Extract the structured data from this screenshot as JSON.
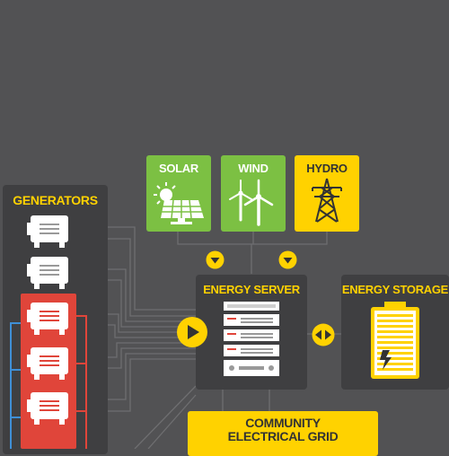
{
  "colors": {
    "background": "#525254",
    "panel": "#3f3f41",
    "solar": "#7cc043",
    "wind": "#7cc043",
    "hydro": "#ffd200",
    "accent_yellow": "#ffd200",
    "generator_white": "#ffffff",
    "generator_red": "#e0453a",
    "wire_red": "#e0453a",
    "wire_blue": "#3f8fd6",
    "wire_gray": "#6e6e70"
  },
  "sources": [
    {
      "label": "SOLAR",
      "icon": "solar-panel-icon"
    },
    {
      "label": "WIND",
      "icon": "wind-turbine-icon"
    },
    {
      "label": "HYDRO",
      "icon": "power-tower-icon"
    }
  ],
  "generators": {
    "title": "GENERATORS",
    "units": [
      {
        "state": "idle",
        "icon": "generator-icon"
      },
      {
        "state": "idle",
        "icon": "generator-icon"
      },
      {
        "state": "active",
        "icon": "generator-icon"
      },
      {
        "state": "active",
        "icon": "generator-icon"
      },
      {
        "state": "active",
        "icon": "generator-icon"
      }
    ]
  },
  "energy_server": {
    "title": "ENERGY SERVER",
    "icon": "server-rack-icon"
  },
  "energy_storage": {
    "title": "ENERGY STORAGE",
    "icon": "battery-icon"
  },
  "grid": {
    "line1": "COMMUNITY",
    "line2": "ELECTRICAL GRID"
  },
  "flow_icons": [
    "down-arrow-icon",
    "down-arrow-icon",
    "play-arrow-icon",
    "bidirectional-arrow-icon"
  ]
}
